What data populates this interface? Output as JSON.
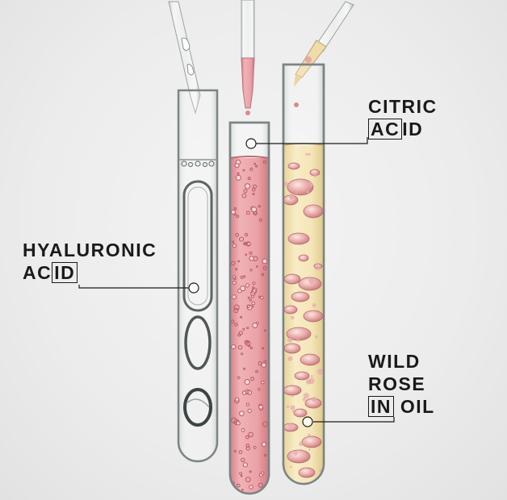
{
  "labels": {
    "hyaluronic": {
      "line1": "HYALURONIC",
      "line2_plain": "AC",
      "line2_boxed": "ID"
    },
    "citric": {
      "line1": "CITRIC",
      "line2_boxed": "AC",
      "line2_plain": "ID"
    },
    "rose": {
      "line1": "WILD",
      "line2": "ROSE",
      "line3_boxed": "IN",
      "line3_plain": "OIL"
    }
  },
  "colors": {
    "background": "#ececec",
    "pink_serum": "#e89aa0",
    "oil": "#f2e4b8",
    "oil_drops": "#e4a4a4",
    "glass": "#d8dcdc",
    "text": "#1a1a1a"
  }
}
